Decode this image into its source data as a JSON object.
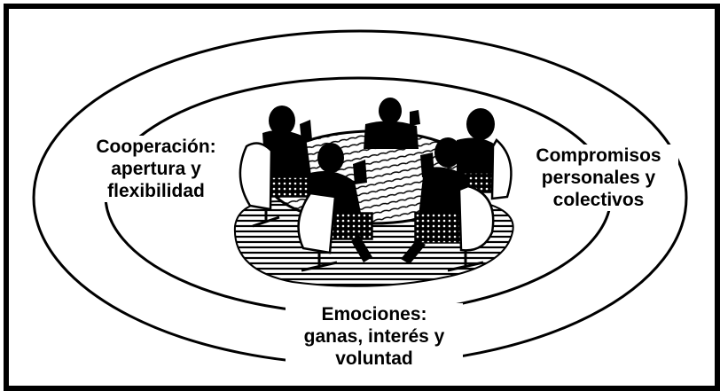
{
  "diagram": {
    "left_label": [
      "Cooperación:",
      "apertura y",
      "flexibilidad"
    ],
    "right_label": [
      "Compromisos",
      "personales y",
      "colectivos"
    ],
    "bottom_label": [
      "Emociones:",
      "ganas, interés y",
      "voluntad"
    ],
    "illustration": "people-around-table-meeting",
    "colors": {
      "ink": "#000000",
      "paper": "#ffffff"
    }
  }
}
